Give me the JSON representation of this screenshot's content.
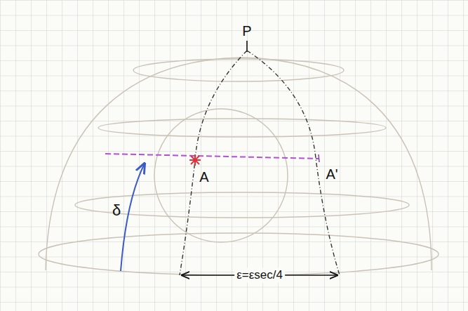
{
  "diagram": {
    "labels": [
      "P",
      "A",
      "A'",
      "δ",
      "ε=εsec/4"
    ]
  }
}
